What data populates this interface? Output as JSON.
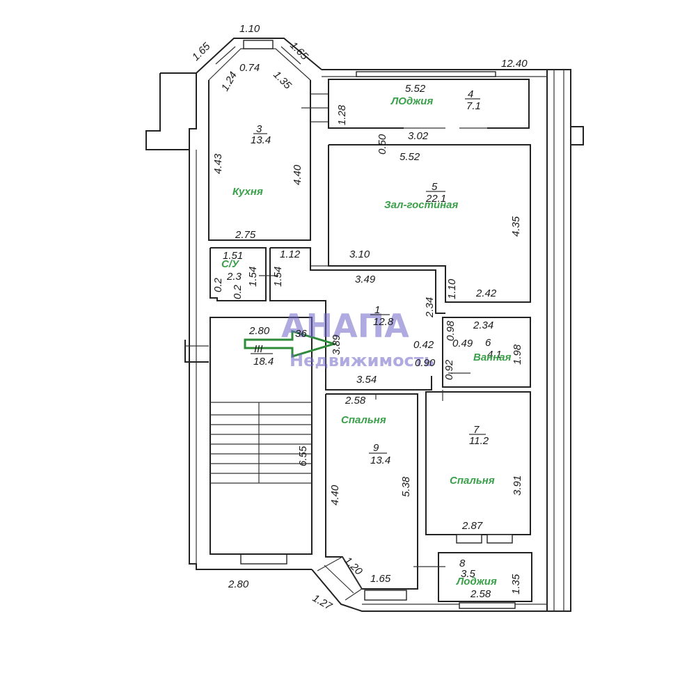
{
  "watermark": {
    "title": "АНАПА",
    "subtitle": "Недвижимость"
  },
  "rooms": {
    "r1": {
      "num": "1",
      "area": "12.8"
    },
    "r3": {
      "num": "3",
      "area": "13.4",
      "label": "Кухня"
    },
    "r4": {
      "num": "4",
      "area": "7.1",
      "label": "ЛОджия"
    },
    "r5": {
      "num": "5",
      "area": "22.1",
      "label": "Зал-гостиная"
    },
    "r6": {
      "num": "6",
      "area": "4.1",
      "label": "Ванная"
    },
    "r7": {
      "num": "7",
      "area": "11.2",
      "label": "Спальня"
    },
    "r8": {
      "num": "8",
      "area": "3.5",
      "label": "Лоджия"
    },
    "r9": {
      "num": "9",
      "area": "13.4",
      "label": "Спальня"
    },
    "r2": {
      "area": "2.3",
      "label": "С/У"
    },
    "stair": {
      "num": "III",
      "area": "18.4"
    }
  },
  "dims": {
    "d1_10": "1.10",
    "d1_65a": "1.65",
    "d1_65b": "1.65",
    "d12_40": "12.40",
    "d1_24": "1.24",
    "d0_74": "0.74",
    "d1_35a": "1.35",
    "d5_52a": "5.52",
    "d1_28": "1.28",
    "d0_50": "0.50",
    "d3_02": "3.02",
    "d5_52b": "5.52",
    "d4_43": "4.43",
    "d4_40a": "4.40",
    "d4_35": "4.35",
    "d2_75": "2.75",
    "d1_12": "1.12",
    "d1_51": "1.51",
    "d1_54a": "1.54",
    "d1_54b": "1.54",
    "d0_2a": "0.2",
    "d0_2b": "0.2",
    "d3_10": "3.10",
    "d3_49": "3.49",
    "d2_34a": "2.34",
    "d1_10b": "1.10",
    "d2_42": "2.42",
    "d2_80a": "2.80",
    "d36": "36",
    "d3_89": "3.89",
    "d0_98": "0.98",
    "d2_34b": "2.34",
    "d0_49": "0.49",
    "d1_98": "1.98",
    "d0_42": "0.42",
    "d0_90": "0.90",
    "d0_92": "0.92",
    "d3_54": "3.54",
    "d2_58a": "2.58",
    "d6_55": "6.55",
    "d4_40b": "4.40",
    "d5_38": "5.38",
    "d3_91": "3.91",
    "d2_87": "2.87",
    "d1_20": "1.20",
    "d1_65c": "1.65",
    "d1_35b": "1.35",
    "d2_58b": "2.58",
    "d2_80b": "2.80",
    "d1_27": "1.27"
  },
  "colors": {
    "labels": "#3aa04a",
    "watermark": "#6f68c8",
    "arrow": "#2e8b3a",
    "walls": "#222222"
  }
}
